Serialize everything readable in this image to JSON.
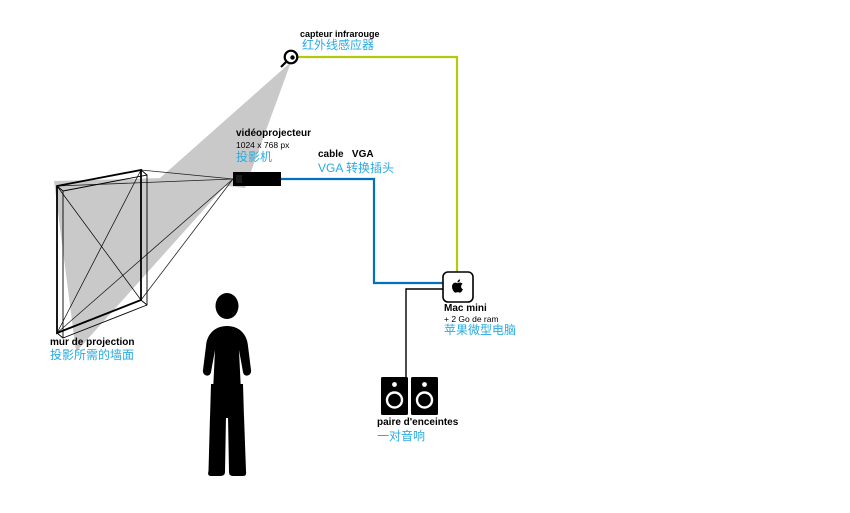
{
  "colors": {
    "cyan_text": "#29abe2",
    "green_cable": "#b3ca0c",
    "blue_cable": "#0072bc",
    "beam_gray": "#c9c9c9",
    "ink": "#000000"
  },
  "nodes": {
    "sensor": {
      "label_fr": "capteur infrarouge",
      "label_zh": "红外线感应器",
      "icon": "infrared-sensor-icon"
    },
    "projector": {
      "label_fr": "vidéoprojecteur",
      "resolution": "1024 x 768 px",
      "label_zh": "投影机",
      "icon": "projector-icon"
    },
    "vga_cable": {
      "label_fr": "cable   VGA",
      "label_zh": "VGA 转换插头"
    },
    "mac_mini": {
      "label_fr": "Mac mini",
      "spec": "+ 2 Go de ram",
      "label_zh": "苹果微型电脑",
      "icon": "apple-logo-icon"
    },
    "speakers": {
      "label_fr": "paire d'enceintes",
      "label_zh": "一对音响",
      "icon": "speaker-icon"
    },
    "wall": {
      "label_fr": "mur de projection",
      "label_zh": "投影所需的墙面"
    },
    "person": {
      "icon": "person-silhouette"
    }
  }
}
